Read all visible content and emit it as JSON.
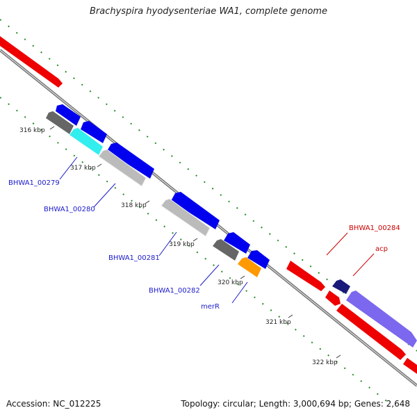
{
  "header": {
    "title": "Brachyspira hyodysenteriae WA1, complete genome"
  },
  "footer": {
    "accession": "Accession: NC_012225",
    "summary": "Topology: circular; Length: 3,000,694 bp; Genes: 2,648"
  },
  "ticks": [
    "316 kbp",
    "317 kbp",
    "318 kbp",
    "319 kbp",
    "320 kbp",
    "321 kbp",
    "322 kbp"
  ],
  "gene_labels": {
    "bhwa1_00279": "BHWA1_00279",
    "bhwa1_00280": "BHWA1_00280",
    "bhwa1_00281": "BHWA1_00281",
    "bhwa1_00282": "BHWA1_00282",
    "merR": "merR",
    "bhwa1_00284": "BHWA1_00284",
    "acp": "acp"
  },
  "colors": {
    "forward_cds": "#0000ee",
    "reverse_cds": "#ee0000",
    "backbone": "#777777",
    "gc_ring": "#228b22",
    "blue_label": "#1a1acc",
    "red_label": "#cc0000",
    "orange_cds": "#ff9900",
    "cyan_cds": "#33eeee",
    "purple_cds": "#7b68ee",
    "gray_cds": "#666666",
    "lightgray_cds": "#cccccc"
  }
}
